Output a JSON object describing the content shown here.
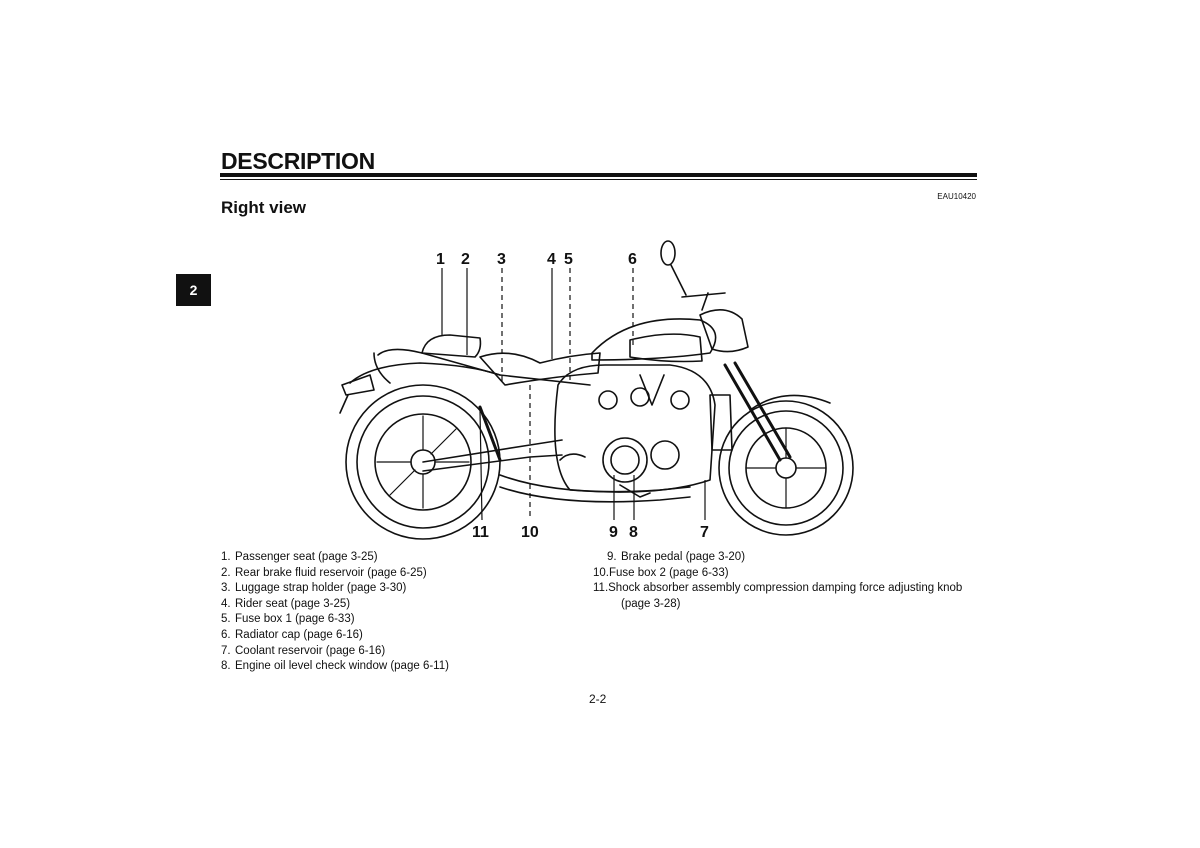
{
  "header": {
    "title": "DESCRIPTION",
    "code": "EAU10420",
    "subtitle": "Right view"
  },
  "section_tab": "2",
  "figure": {
    "top_callouts": [
      "1",
      "2",
      "3",
      "4",
      "5",
      "6"
    ],
    "bottom_callouts": [
      "11",
      "10",
      "9",
      "8",
      "7"
    ]
  },
  "parts_left": [
    {
      "num": "1.",
      "text": "Passenger seat (page 3-25)"
    },
    {
      "num": "2.",
      "text": "Rear brake fluid reservoir (page 6-25)"
    },
    {
      "num": "3.",
      "text": "Luggage strap holder (page 3-30)"
    },
    {
      "num": "4.",
      "text": "Rider seat (page 3-25)"
    },
    {
      "num": "5.",
      "text": "Fuse box 1 (page 6-33)"
    },
    {
      "num": "6.",
      "text": "Radiator cap (page 6-16)"
    },
    {
      "num": "7.",
      "text": "Coolant reservoir (page 6-16)"
    },
    {
      "num": "8.",
      "text": "Engine oil level check window (page 6-11)"
    }
  ],
  "parts_right": [
    {
      "num": "9.",
      "text": "Brake pedal (page 3-20)"
    },
    {
      "num": "10.",
      "text": "Fuse box 2 (page 6-33)"
    },
    {
      "num": "11.",
      "text": "Shock absorber assembly compression damping force adjusting knob (page 3-28)"
    }
  ],
  "page_number": "2-2"
}
